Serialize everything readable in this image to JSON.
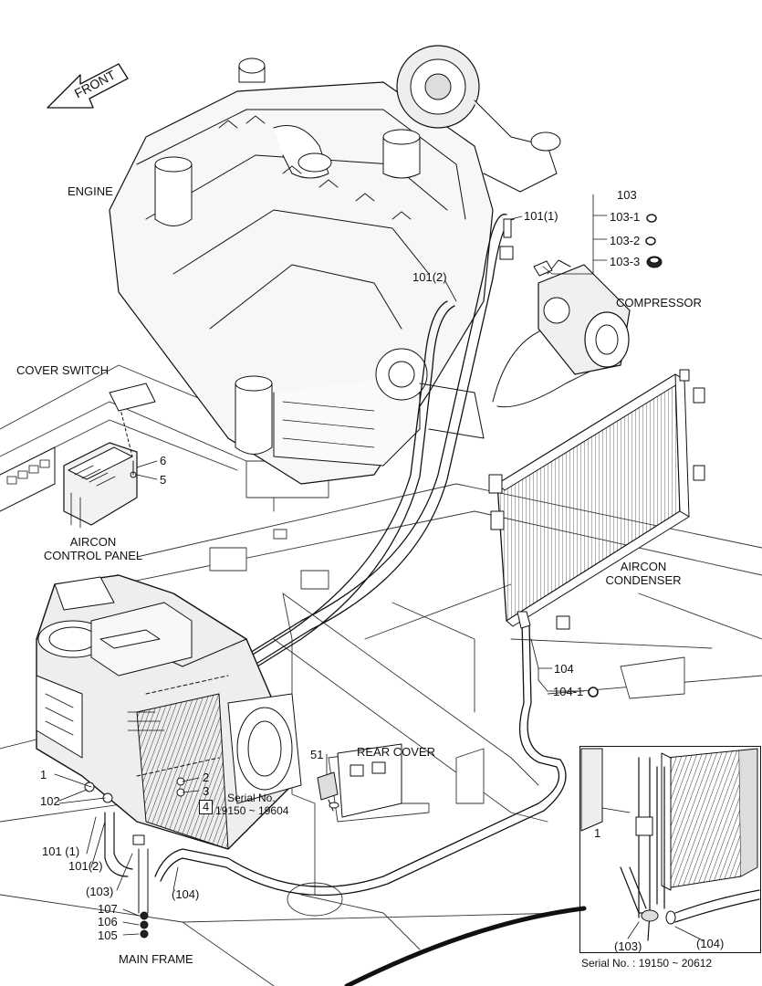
{
  "labels": {
    "front": "FRONT",
    "engine": "ENGINE",
    "cover_switch": "COVER SWITCH",
    "aircon_control_panel_1": "AIRCON",
    "aircon_control_panel_2": "CONTROL PANEL",
    "compressor": "COMPRESSOR",
    "aircon_condenser_1": "AIRCON",
    "aircon_condenser_2": "CONDENSER",
    "rear_cover": "REAR COVER",
    "main_frame": "MAIN FRAME",
    "serial_no_1": "Serial No.",
    "serial_no_2": "19150 ~ 19604",
    "inset_serial": "Serial No. : 19150 ~ 20612"
  },
  "part_numbers": {
    "p103": "103",
    "p103_1": "103-1",
    "p103_2": "103-2",
    "p103_3": "103-3",
    "p101_1_top": "101(1)",
    "p101_2_top": "101(2)",
    "p6": "6",
    "p5": "5",
    "p104": "104",
    "p104_1": "104-1",
    "p51": "51",
    "p1_left": "1",
    "p102": "102",
    "p2": "2",
    "p3": "3",
    "p4": "4",
    "p101_1_bottom": "101 (1)",
    "p101_2_bottom": "101(2)",
    "p103_paren": "(103)",
    "p104_paren": "(104)",
    "p107": "107",
    "p106": "106",
    "p105": "105",
    "p1_inset": "1",
    "p103_inset": "(103)",
    "p104_inset": "(104)"
  },
  "colors": {
    "line": "#111111",
    "fill_light": "#f4f4f4",
    "fill_mid": "#dcdcdc",
    "fill_dark": "#9a9a9a",
    "bg": "#ffffff"
  }
}
